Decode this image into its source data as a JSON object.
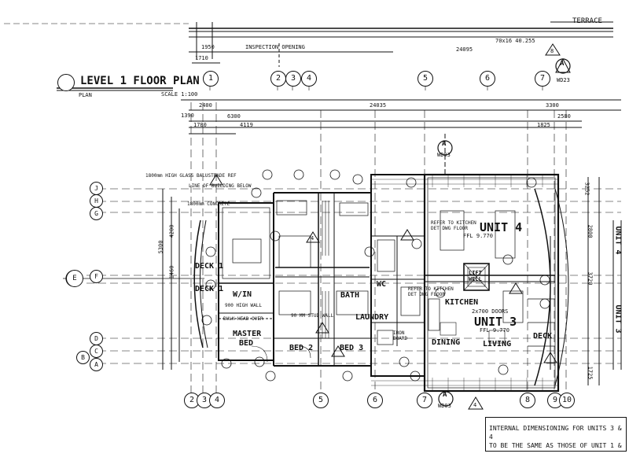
{
  "drawing": {
    "title": "LEVEL 1 FLOOR PLAN",
    "plan_label": "PLAN",
    "scale": "SCALE 1:100",
    "terrace": "TERRACE",
    "inspection": "INSPECTION OPENING",
    "top_dims": {
      "d1": "1950",
      "d2": "1710",
      "d3": "24095",
      "d4": "70x16 40.255"
    },
    "overall_dims": {
      "d1": "24035",
      "d2": "2400",
      "d3": "3300",
      "d4": "6300",
      "d5": "4119",
      "d6": "1825",
      "d7": "2580",
      "d8": "1780",
      "d9": "1390"
    },
    "left_notes": {
      "n1": "1800mm HIGH GLASS BALUSTRADE REF",
      "n2": "LINE OF BUILDING BELOW",
      "n3": "1800mm CONCRETE"
    },
    "left_dims": {
      "d1": "5300",
      "d2": "4200",
      "d3": "1460"
    },
    "right_dims": {
      "d1": "3252",
      "d2": "2800",
      "d3": "3720",
      "d4": "1725"
    },
    "right_side_labels": {
      "unit4": "UNIT 4",
      "unit3": "UNIT 3"
    },
    "grid_top": [
      "1",
      "2",
      "3",
      "4",
      "5",
      "6",
      "7"
    ],
    "grid_bottom": [
      "2",
      "3",
      "4",
      "5",
      "6",
      "7",
      "8",
      "9",
      "10"
    ],
    "grid_left": [
      "J",
      "H",
      "G",
      "F",
      "E",
      "D",
      "C",
      "B",
      "A"
    ],
    "sections": {
      "s1": "A",
      "s1_ref": "WD23",
      "s2": "A",
      "s2_ref": "WD03",
      "s3": "A",
      "s3_ref": "WD03"
    },
    "markers": {
      "m1": "8",
      "m2": "4",
      "m3": "4"
    },
    "rooms": {
      "unit4": "UNIT 4",
      "unit3": "UNIT 3",
      "kitchen": "KITCHEN",
      "dining": "DINING",
      "living": "LIVING",
      "deck": "DECK",
      "deck1a": "DECK 1",
      "deck1b": "DECK 1",
      "win": "W/IN",
      "master": "MASTER",
      "master_bed": "BED",
      "bed2": "BED 2",
      "bed3": "BED 3",
      "bath": "BATH",
      "wc": "WC",
      "laundry": "LAUNDRY",
      "lift": "LIFT WELL",
      "refer1": "REFER TO KITCHEN DET DWG FLOOR",
      "refer2": "REFER TO KITCHEN DET DWG FLOOR",
      "ffl1": "FFL 9.770",
      "ffl2": "FFL 9.770",
      "doors": "2x700 DOORS",
      "wall1": "900 HIGH WALL",
      "wall2": "BULK HEAD OVER",
      "wall3": "90 MM STUD WALL",
      "iron": "IRON BOARD"
    },
    "note_lines": [
      "INTERNAL DIMENSIONING FOR UNITS 3 & 4",
      "TO BE THE SAME AS THOSE OF UNIT 1 &"
    ]
  }
}
